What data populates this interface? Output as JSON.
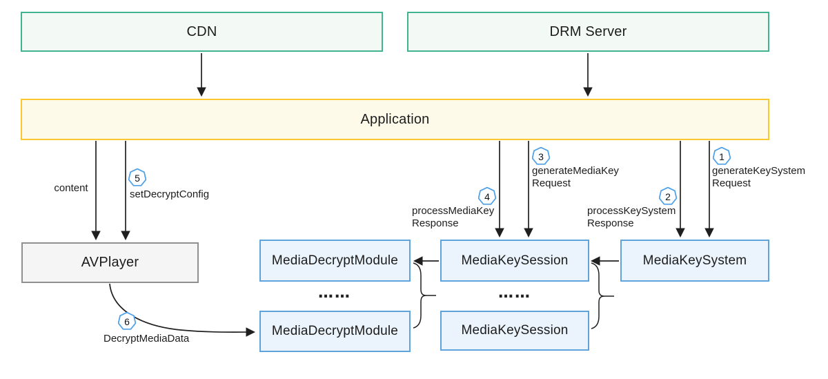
{
  "boxes": {
    "cdn": "CDN",
    "drm_server": "DRM Server",
    "application": "Application",
    "avplayer": "AVPlayer",
    "media_decrypt_module_top": "MediaDecryptModule",
    "media_decrypt_module_bottom": "MediaDecryptModule",
    "media_key_session_top": "MediaKeySession",
    "media_key_session_bottom": "MediaKeySession",
    "media_key_system": "MediaKeySystem"
  },
  "edges": {
    "content": {
      "label": "content"
    },
    "step1": {
      "num": "1",
      "label": "generateKeySystem\nRequest"
    },
    "step2": {
      "num": "2",
      "label": "processKeySystem\nResponse"
    },
    "step3": {
      "num": "3",
      "label": "generateMediaKey\nRequest"
    },
    "step4": {
      "num": "4",
      "label": "processMediaKey\nResponse"
    },
    "step5": {
      "num": "5",
      "label": "setDecryptConfig"
    },
    "step6": {
      "num": "6",
      "label": "DecryptMediaData"
    }
  },
  "ellipsis": "……",
  "colors": {
    "green_border": "#41b390",
    "green_fill": "#f3faf5",
    "yellow_border": "#fcc62f",
    "yellow_fill": "#fefaea",
    "blue_border": "#5fa3dc",
    "blue_fill": "#ebf4fc",
    "gray_border": "#8f8f8f",
    "gray_fill": "#f5f5f5",
    "badge_border": "#4d9fe8",
    "badge_fill": "#fdfeff",
    "line": "#1f1f1f",
    "text": "#1c1c1c"
  }
}
